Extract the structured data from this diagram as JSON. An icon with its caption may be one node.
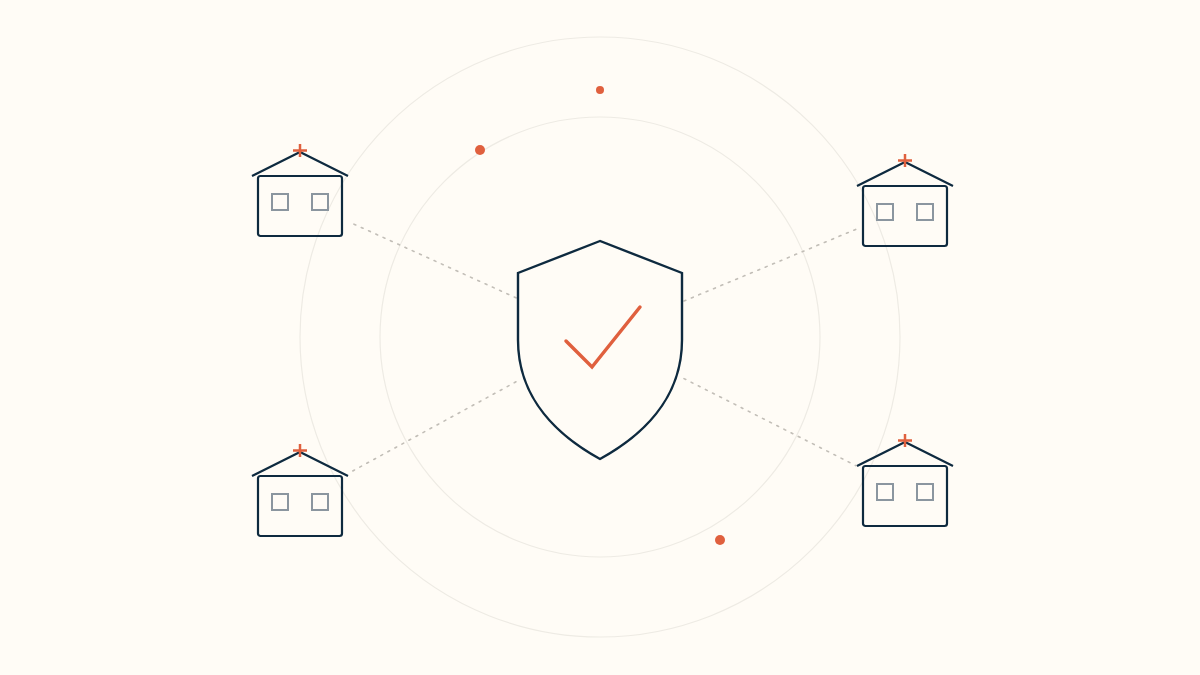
{
  "diagram": {
    "nodes": [
      {
        "text": [],
        "shape": "building"
      },
      {
        "text": [],
        "shape": "building"
      },
      {
        "text": [],
        "shape": "shield"
      },
      {
        "text": [],
        "shape": "building"
      },
      {
        "text": [],
        "shape": "building"
      }
    ],
    "edges": [
      {
        "from": 2,
        "to": 0,
        "arrow": "none",
        "style": "dashed"
      },
      {
        "from": 2,
        "to": 1,
        "arrow": "none",
        "style": "dashed"
      },
      {
        "from": 2,
        "to": 3,
        "arrow": "none",
        "style": "dashed"
      },
      {
        "from": 2,
        "to": 4,
        "arrow": "none",
        "style": "dashed"
      }
    ]
  }
}
